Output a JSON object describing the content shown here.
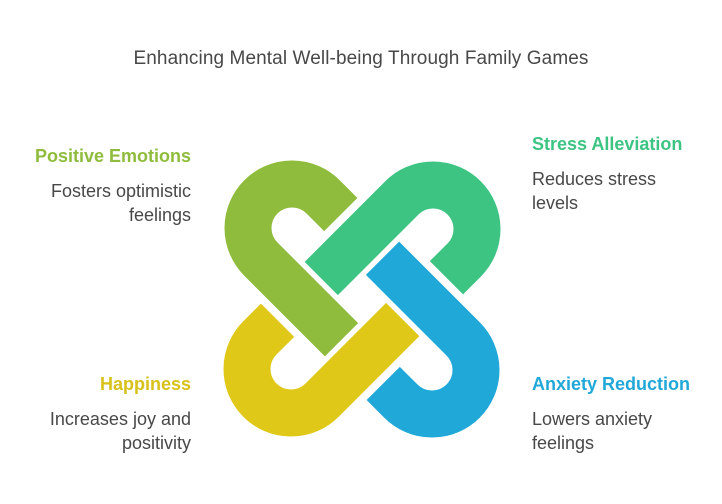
{
  "title": "Enhancing Mental Well-being Through Family Games",
  "items": [
    {
      "key": "positive",
      "heading": "Positive Emotions",
      "description": "Fosters optimistic feelings",
      "desc_lines": [
        "Fosters optimistic",
        "feelings"
      ],
      "color": "#8fbc3c",
      "position": "top-left"
    },
    {
      "key": "stress",
      "heading": "Stress Alleviation",
      "description": "Reduces stress levels",
      "desc_lines": [
        "Reduces stress",
        "levels"
      ],
      "color": "#3dc483",
      "position": "top-right"
    },
    {
      "key": "anxiety",
      "heading": "Anxiety Reduction",
      "description": "Lowers anxiety feelings",
      "desc_lines": [
        "Lowers anxiety",
        "feelings"
      ],
      "color": "#20a8d8",
      "position": "bottom-right"
    },
    {
      "key": "happy",
      "heading": "Happiness",
      "description": "Increases joy and positivity",
      "desc_lines": [
        "Increases joy and",
        "positivity"
      ],
      "color": "#e0c818",
      "position": "bottom-left"
    }
  ],
  "colors": {
    "title_text": "#484848",
    "body_text": "#484848",
    "heading_positive": "#8fbc3c",
    "heading_stress": "#3dc483",
    "heading_anxiety": "#20a8d8",
    "heading_happy": "#d8c21a"
  }
}
